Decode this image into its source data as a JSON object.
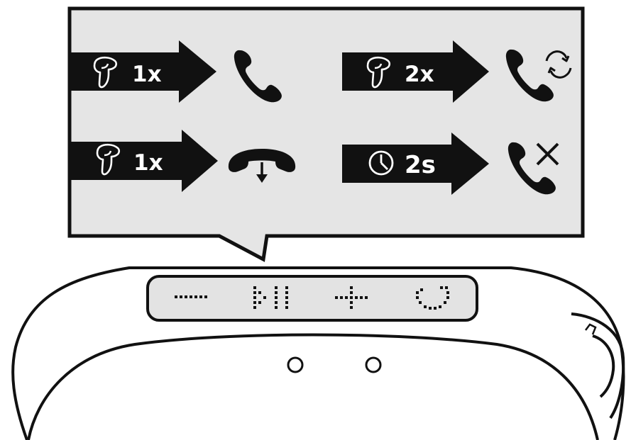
{
  "colors": {
    "panel_bg": "#e5e5e5",
    "outline": "#111111",
    "arrow_fill": "#111111",
    "icon_fill": "#111111",
    "background": "#ffffff",
    "label_text": "#ffffff"
  },
  "callout": {
    "rows": [
      {
        "left": {
          "trigger_icon": "tap-hand-icon",
          "trigger_label": "1x",
          "result_icon": "phone-answer-icon"
        },
        "right": {
          "trigger_icon": "tap-hand-icon",
          "trigger_label": "2x",
          "result_icon": "phone-redial-icon"
        }
      },
      {
        "left": {
          "trigger_icon": "tap-hand-icon",
          "trigger_label": "1x",
          "result_icon": "phone-hangup-icon"
        },
        "right": {
          "trigger_icon": "clock-icon",
          "trigger_label": "2s",
          "result_icon": "phone-reject-icon"
        }
      }
    ]
  },
  "device": {
    "buttons": [
      {
        "icon": "minus-volume-icon"
      },
      {
        "icon": "play-pause-icon"
      },
      {
        "icon": "plus-volume-icon"
      },
      {
        "icon": "phone-call-icon"
      }
    ],
    "ports": [
      {
        "icon": "port-icon"
      },
      {
        "icon": "port-icon"
      }
    ]
  }
}
